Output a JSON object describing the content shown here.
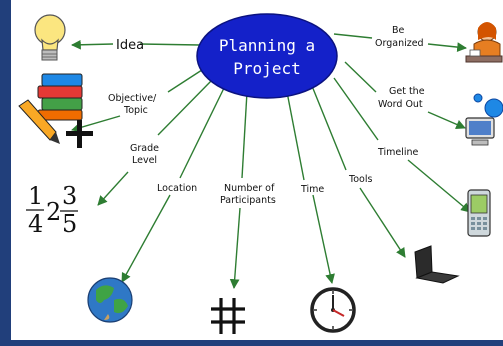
{
  "hub": {
    "line1": "Planning a",
    "line2": "Project",
    "color": "#1421c9"
  },
  "branches": {
    "idea": "Idea",
    "objective_line1": "Objective/",
    "objective_line2": "Topic",
    "grade_line1": "Grade",
    "grade_line2": "Level",
    "location": "Location",
    "participants_line1": "Number of",
    "participants_line2": "Participants",
    "time": "Time",
    "tools": "Tools",
    "timeline": "Timeline",
    "word_out_line1": "Get the",
    "word_out_line2": "Word Out",
    "organized_line1": "Be",
    "organized_line2": "Organized"
  },
  "numbers_icon": {
    "d1": "1",
    "d2": "2",
    "d3": "3",
    "d4": "4",
    "d5": "5"
  },
  "colors": {
    "frame": "#213f7b",
    "connector": "#2e7d32",
    "hub": "#1421c9"
  },
  "icons": [
    "lightbulb-icon",
    "books-pencil-plus-icon",
    "numbers-icon",
    "globe-icon",
    "hash-icon",
    "clock-icon",
    "laptop-icon",
    "pda-icon",
    "computer-network-icon",
    "person-at-desk-icon"
  ]
}
